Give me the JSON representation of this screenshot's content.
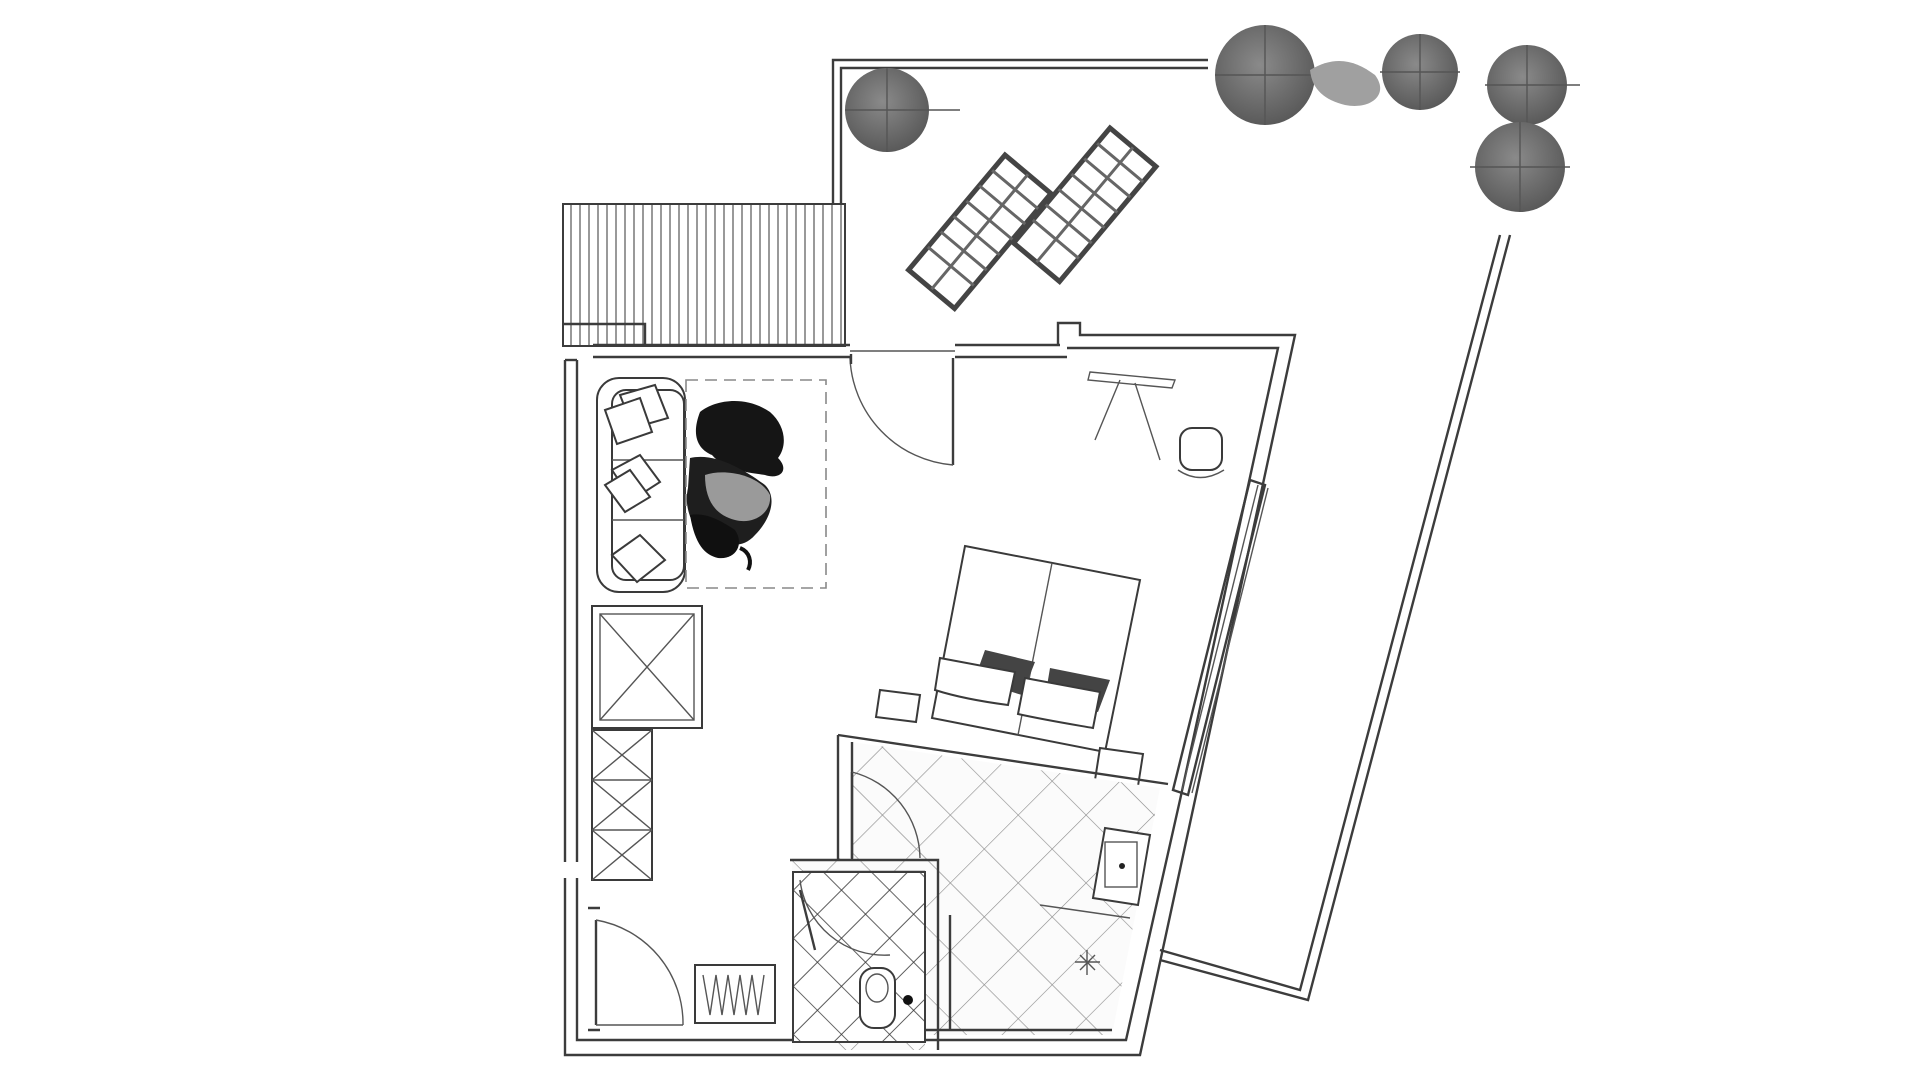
{
  "plan": {
    "kind": "floor-plan",
    "style": "grayscale line drawing",
    "rooms": [
      "terrace",
      "balcony",
      "living-sleeping-area",
      "bathroom",
      "wc"
    ],
    "furniture": [
      "sofa",
      "cowhide-rug",
      "double-bed",
      "bedside-tables",
      "desk",
      "desk-chair",
      "wardrobe",
      "shelving",
      "shoe-rack",
      "sun-loungers",
      "potted-trees"
    ],
    "fixtures": [
      "washbasin",
      "toilet",
      "shower-drain"
    ],
    "doors": [
      "terrace-door",
      "entrance-door",
      "bathroom-door",
      "wc-door",
      "shower-door"
    ],
    "colors": {
      "line": "#3c3c3c",
      "tree": "#6e6e6e",
      "background": "#ffffff"
    }
  }
}
